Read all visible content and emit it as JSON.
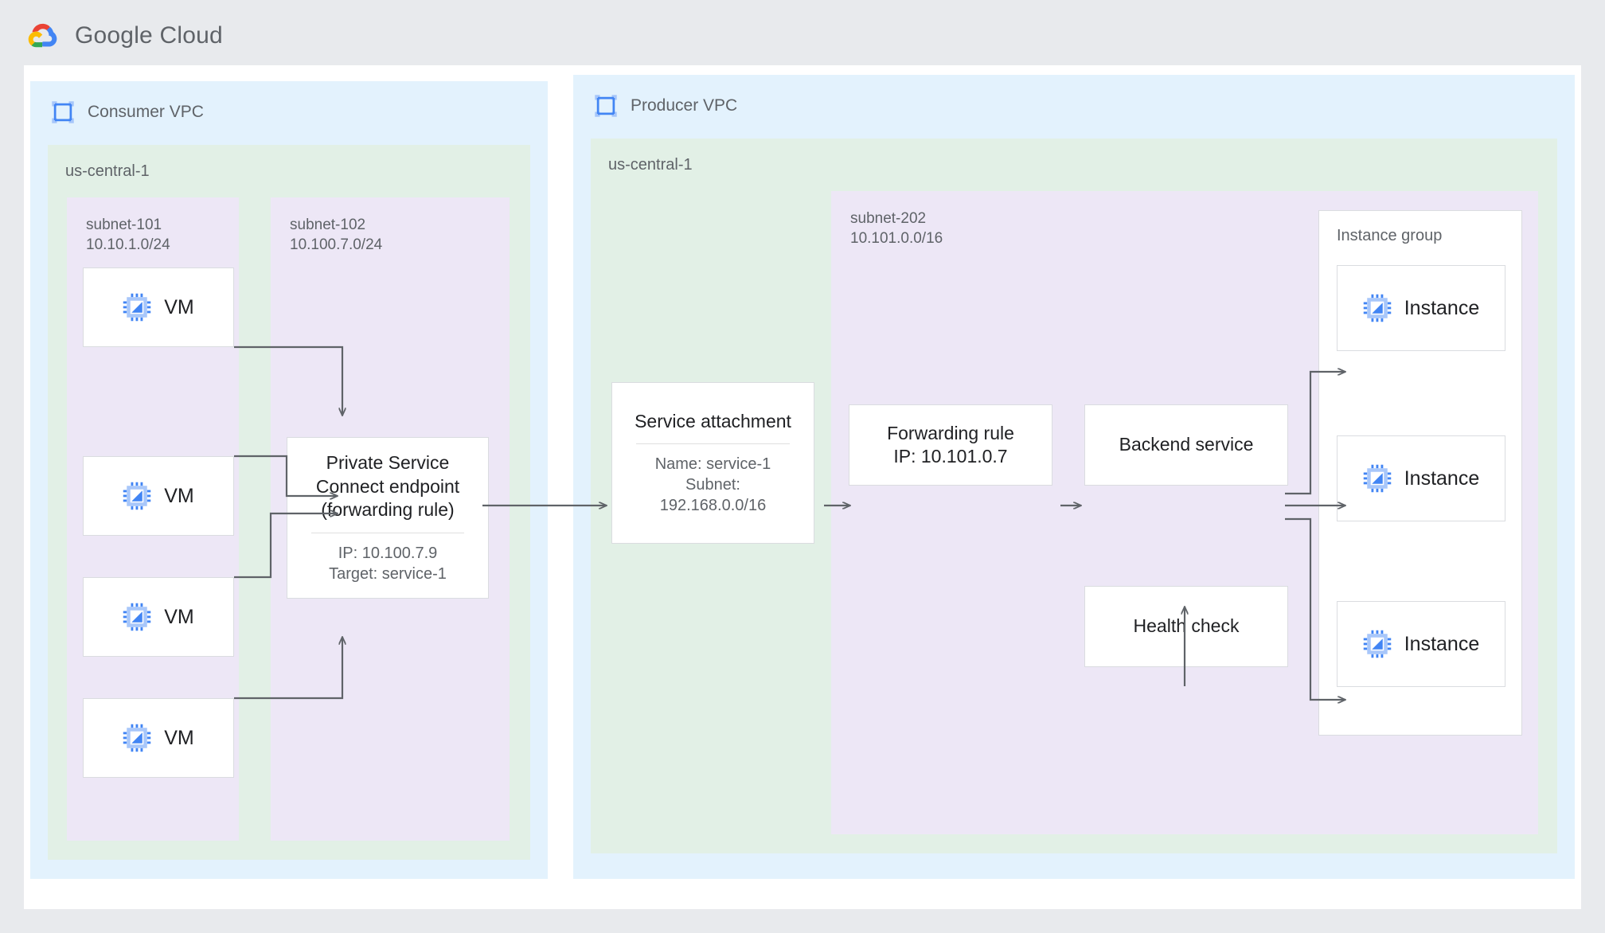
{
  "header": {
    "brand": "Google Cloud",
    "logo_icon": "google-cloud-logo"
  },
  "consumer_vpc": {
    "title": "Consumer VPC",
    "icon": "vpc-network-icon",
    "region": "us-central-1",
    "subnet_101": {
      "name": "subnet-101",
      "cidr": "10.10.1.0/24",
      "vms": [
        {
          "label": "VM",
          "icon": "vm-chip-icon"
        },
        {
          "label": "VM",
          "icon": "vm-chip-icon"
        },
        {
          "label": "VM",
          "icon": "vm-chip-icon"
        },
        {
          "label": "VM",
          "icon": "vm-chip-icon"
        }
      ]
    },
    "subnet_102": {
      "name": "subnet-102",
      "cidr": "10.100.7.0/24",
      "psc_endpoint": {
        "title": "Private Service\nConnect endpoint\n(forwarding rule)",
        "title_line1": "Private Service",
        "title_line2": "Connect endpoint",
        "title_line3": "(forwarding rule)",
        "ip": "IP: 10.100.7.9",
        "target": "Target: service-1"
      }
    }
  },
  "producer_vpc": {
    "title": "Producer VPC",
    "icon": "vpc-network-icon",
    "region": "us-central-1",
    "service_attachment": {
      "title": "Service attachment",
      "name": "Name: service-1",
      "subnet_label": "Subnet:",
      "subnet_cidr": "192.168.0.0/16"
    },
    "subnet_202": {
      "name": "subnet-202",
      "cidr": "10.101.0.0/16",
      "forwarding_rule": {
        "line1": "Forwarding rule",
        "line2": "IP: 10.101.0.7"
      },
      "backend_service": {
        "title": "Backend service"
      },
      "health_check": {
        "title": "Health check"
      },
      "instance_group": {
        "label": "Instance group",
        "instances": [
          {
            "label": "Instance",
            "icon": "vm-chip-icon"
          },
          {
            "label": "Instance",
            "icon": "vm-chip-icon"
          },
          {
            "label": "Instance",
            "icon": "vm-chip-icon"
          }
        ]
      }
    }
  },
  "colors": {
    "page_bg": "#e8eaed",
    "canvas": "#ffffff",
    "vpc_bg": "#e3f2fd",
    "region_bg": "#e2f0e6",
    "subnet_bg": "#ede7f6",
    "node_border": "#dadce0",
    "arrow": "#5f6368",
    "text_primary": "#202124",
    "text_secondary": "#5f6368",
    "accent_blue": "#4285f4",
    "google_red": "#ea4335",
    "google_yellow": "#fbbc04",
    "google_green": "#34a853"
  }
}
